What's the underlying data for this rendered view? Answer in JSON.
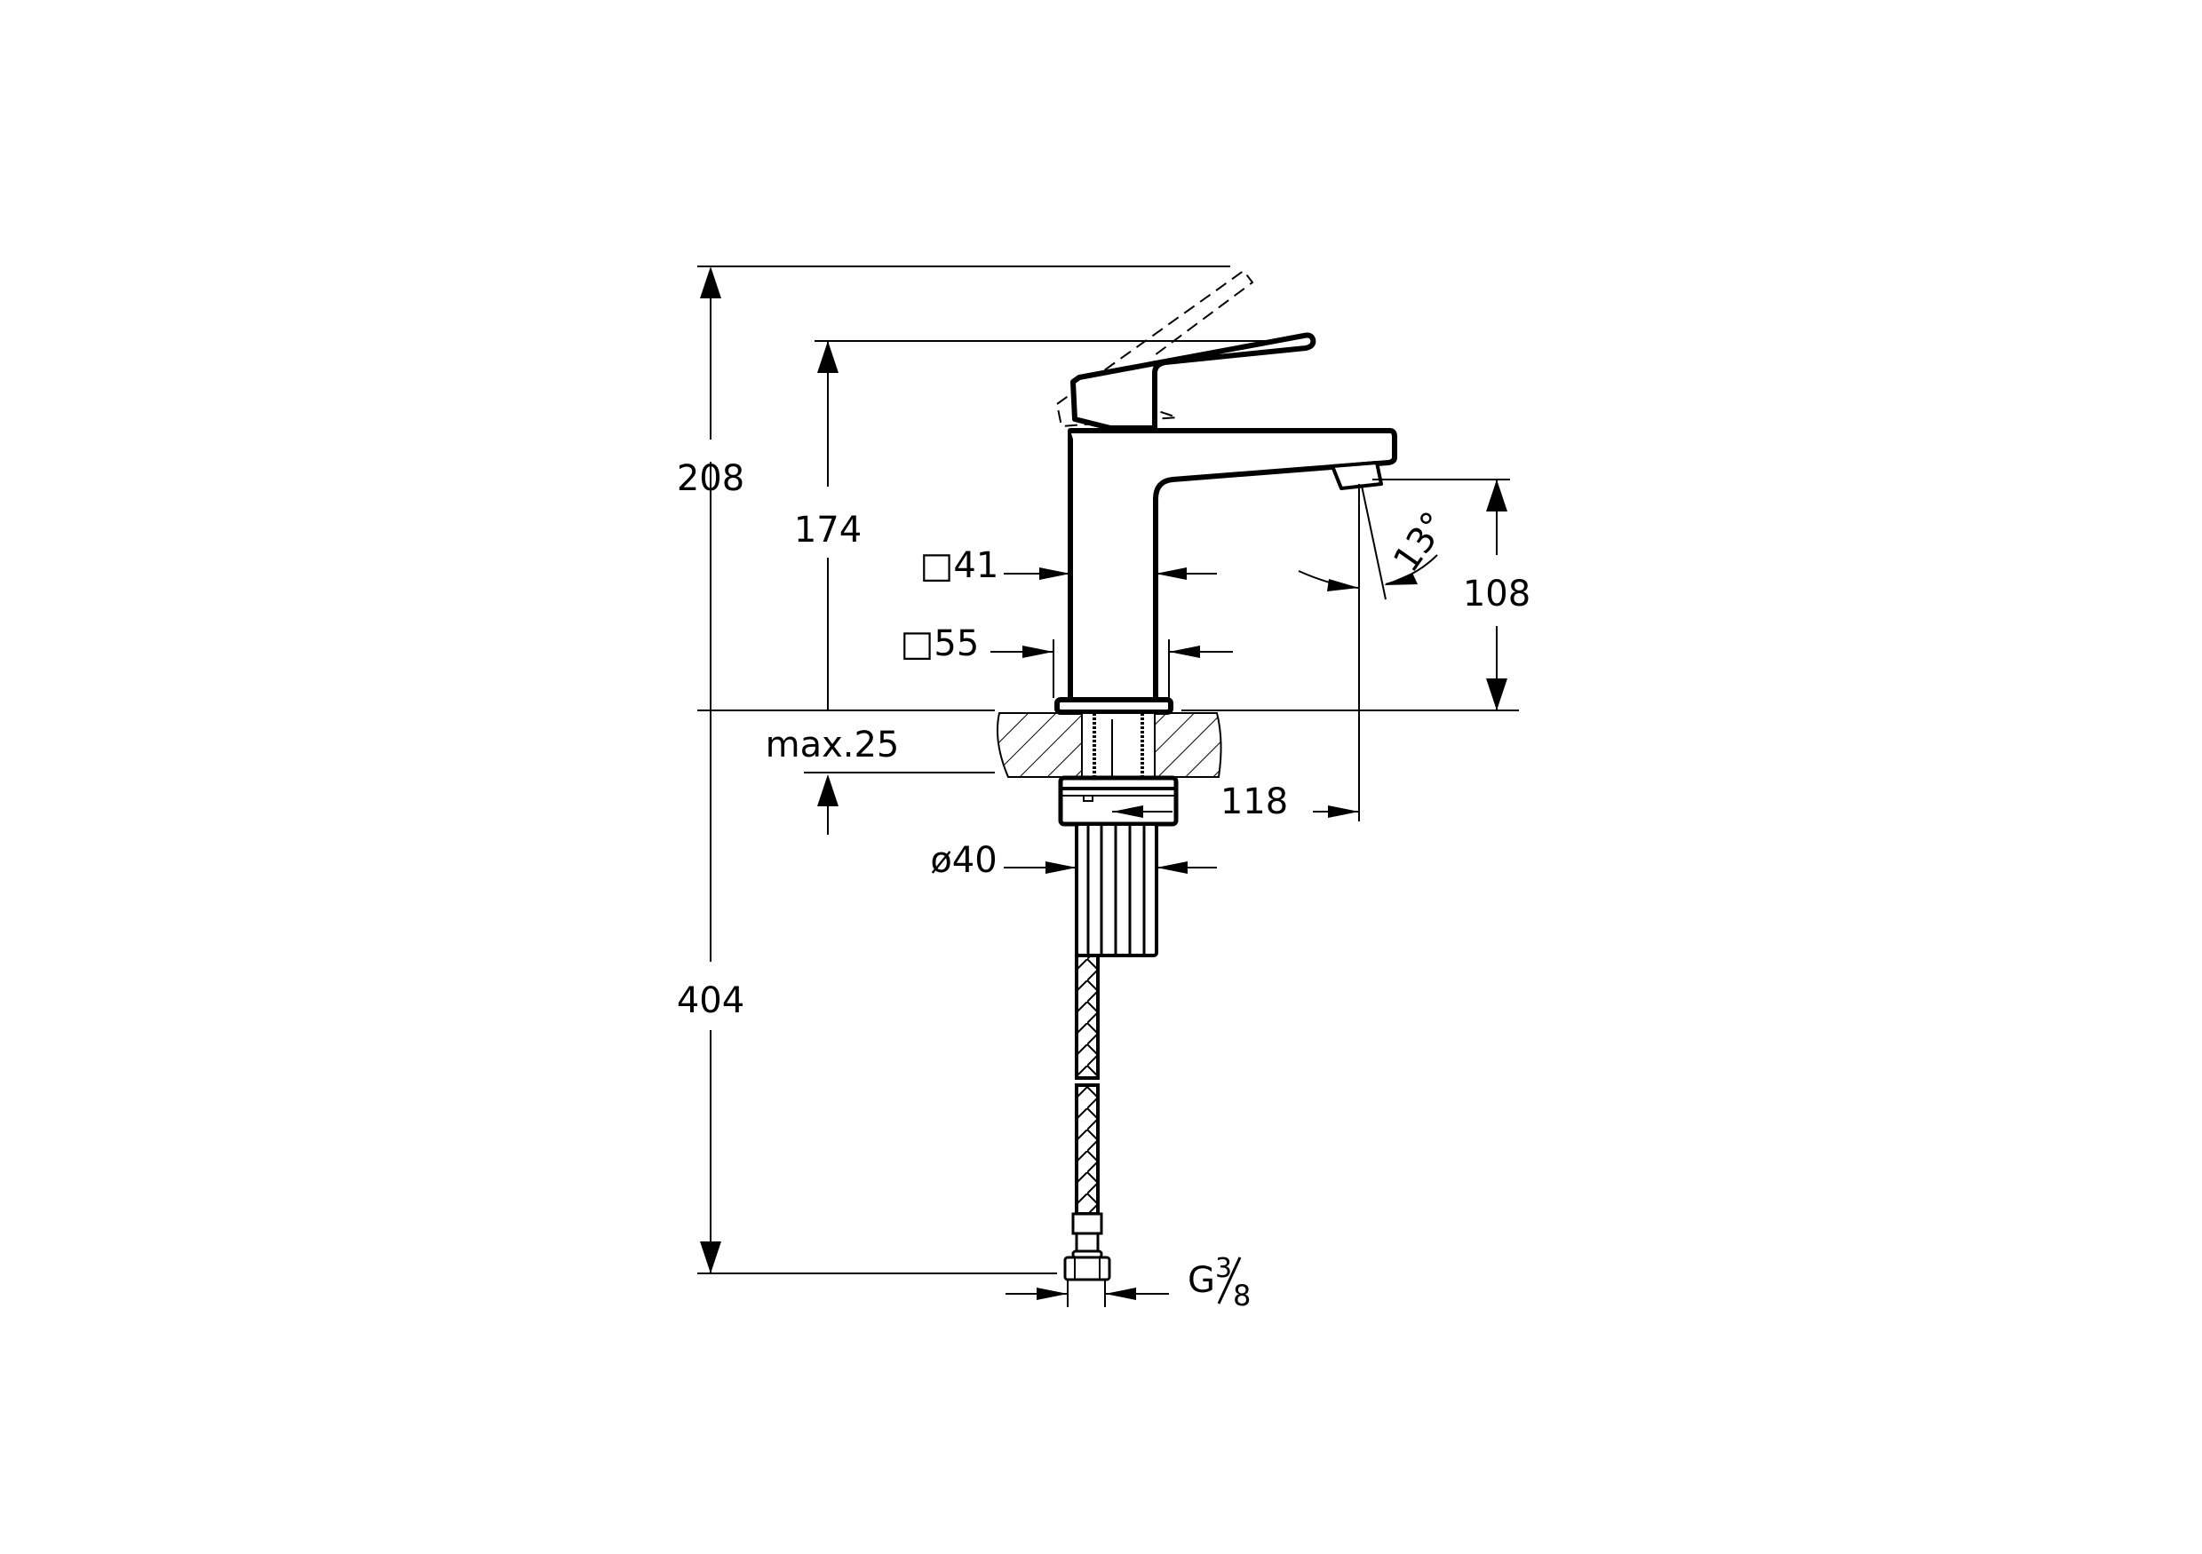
{
  "drawing": {
    "subject": "Single-lever basin mixer with flexible hose — side elevation",
    "line_color": "#000000",
    "background": "#ffffff"
  },
  "dimensions": {
    "total_height_lever_open": "208",
    "height_to_lever": "174",
    "body_width": "□41",
    "base_width": "□55",
    "spout_height": "108",
    "spout_angle": "13°",
    "counter_thickness": "max.25",
    "spout_reach": "118",
    "shank_diameter": "ø40",
    "hose_length": "404",
    "connection_thread_prefix": "G",
    "connection_thread_num": "3",
    "connection_thread_den": "8"
  }
}
